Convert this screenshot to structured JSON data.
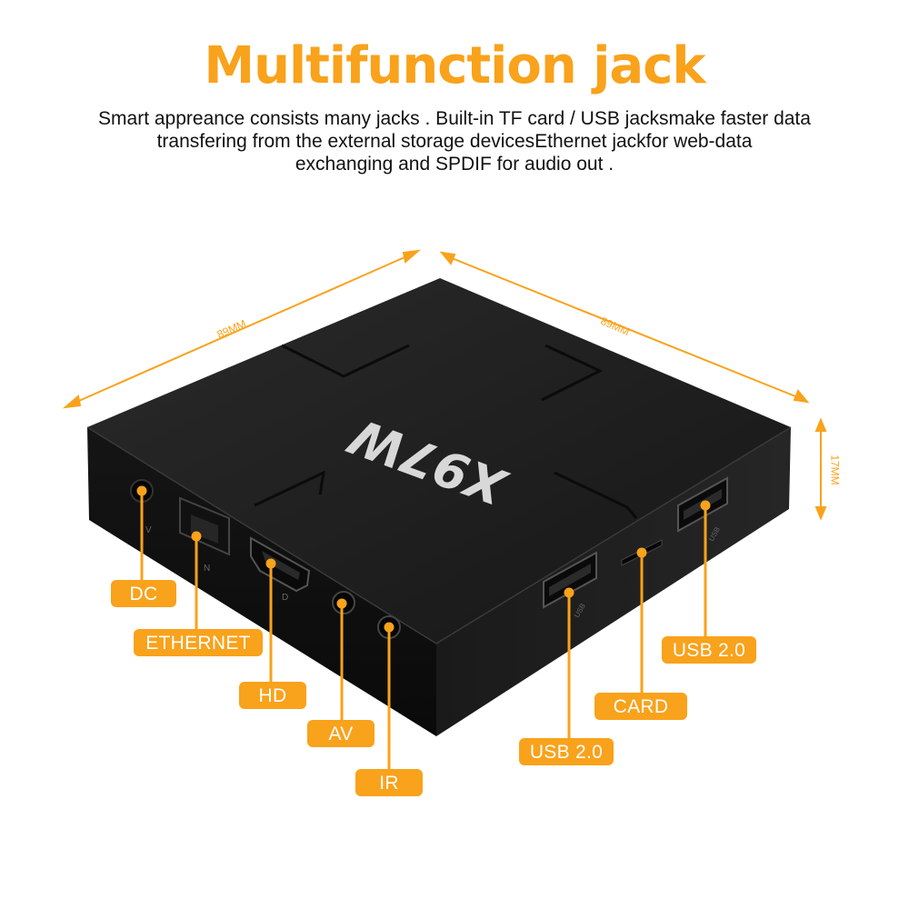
{
  "heading": {
    "title": "Multifunction jack",
    "description_lines": [
      "Smart appreance consists many jacks . Built-in TF card / USB jacksmake faster data",
      "transfering from the external storage devicesEthernet jackfor web-data",
      "exchanging and SPDIF for audio out ."
    ]
  },
  "colors": {
    "accent": "#F9A21B",
    "device": "#1c1c1c",
    "text": "#111111"
  },
  "dimensions": {
    "width_left": "89MM",
    "width_right": "89MM",
    "height": "17MM"
  },
  "device": {
    "logo_text": "X97W",
    "port_marks": [
      "V",
      "N",
      "D",
      "USB",
      "USB"
    ]
  },
  "callouts": {
    "dc": "DC",
    "ethernet": "ETHERNET",
    "hd": "HD",
    "av": "AV",
    "ir": "IR",
    "card": "CARD",
    "usb_front": "USB 2.0",
    "usb_side": "USB 2.0"
  }
}
